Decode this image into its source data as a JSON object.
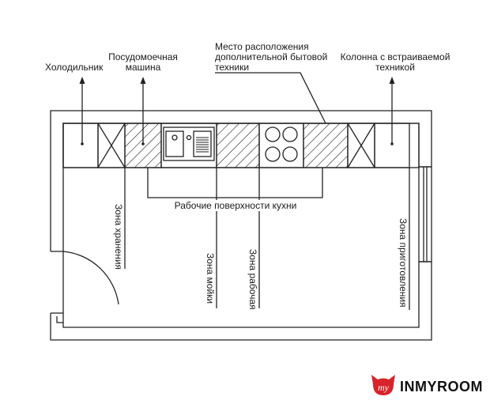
{
  "labels": {
    "fridge": "Холодильник",
    "dishwasher_line1": "Посудомоечная",
    "dishwasher_line2": "машина",
    "extra_line1": "Место расположения",
    "extra_line2": "дополнительной бытовой",
    "extra_line3": "техники",
    "column_line1": "Колонна с встраиваемой",
    "column_line2": "техникой",
    "worktops": "Рабочие поверхности кухни",
    "zone_storage": "Зона хранения",
    "zone_sink": "Зона мойки",
    "zone_work": "Зона рабочая",
    "zone_cooking": "Зона приготовления"
  },
  "brand": {
    "logo_glyph": "my",
    "name": "INMYROOM",
    "logo_icon": "cat-head-icon",
    "logo_color": "#d8232a"
  }
}
